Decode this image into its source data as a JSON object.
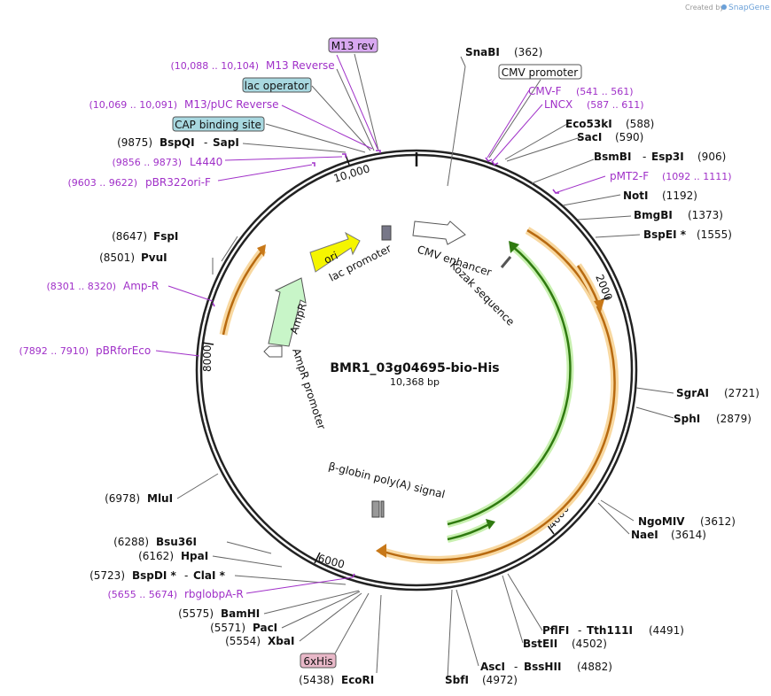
{
  "brand": {
    "prefix": "Created by",
    "name": "SnapGene"
  },
  "plasmid": {
    "name": "BMR1_03g04695-bio-His",
    "size": "10,368 bp"
  },
  "ticks": [
    "10,000",
    "2000",
    "4000",
    "6000",
    "8000"
  ],
  "features_inner": {
    "cmv_enhancer": "CMV enhancer",
    "kozak": "Kozak sequence",
    "lac_promoter": "lac promoter",
    "ori": "ori",
    "ampr": "AmpR",
    "ampr_promoter": "AmpR promoter",
    "bglobin": "β-globin poly(A) signal"
  },
  "boxed": {
    "m13rev": "M13 rev",
    "cmv_promoter": "CMV promoter",
    "lac_operator": "lac operator",
    "cap": "CAP binding site",
    "sixhis": "6xHis"
  },
  "primers": {
    "m13reverse_pos": "(10,088 .. 10,104)",
    "m13reverse": "M13 Reverse",
    "m13puc_pos": "(10,069 .. 10,091)",
    "m13puc": "M13/pUC Reverse",
    "l4440_pos": "(9856 .. 9873)",
    "l4440": "L4440",
    "pbr322_pos": "(9603 .. 9622)",
    "pbr322": "pBR322ori-F",
    "ampr_pos": "(8301 .. 8320)",
    "ampr": "Amp-R",
    "pbrfor_pos": "(7892 .. 7910)",
    "pbrfor": "pBRforEco",
    "rbglob_pos": "(5655 .. 5674)",
    "rbglob": "rbglobpA-R",
    "cmvf": "CMV-F",
    "cmvf_pos": "(541 .. 561)",
    "lncx": "LNCX",
    "lncx_pos": "(587 .. 611)",
    "pmt2f": "pMT2-F",
    "pmt2f_pos": "(1092 .. 1111)"
  },
  "sites": {
    "bspqi_pos": "(9875)",
    "bspqi": "BspQI",
    "sapi": "SapI",
    "fspi_pos": "(8647)",
    "fspi": "FspI",
    "pvui_pos": "(8501)",
    "pvui": "PvuI",
    "mlui_pos": "(6978)",
    "mlui": "MluI",
    "bsu36i_pos": "(6288)",
    "bsu36i": "Bsu36I",
    "hpai_pos": "(6162)",
    "hpai": "HpaI",
    "bspdi_pos": "(5723)",
    "bspdi": "BspDI *",
    "clai": "ClaI *",
    "bamhi_pos": "(5575)",
    "bamhi": "BamHI",
    "paci_pos": "(5571)",
    "paci": "PacI",
    "xbai_pos": "(5554)",
    "xbai": "XbaI",
    "ecori_pos": "(5438)",
    "ecori": "EcoRI",
    "snabi": "SnaBI",
    "snabi_pos": "(362)",
    "eco53ki": "Eco53kI",
    "eco53ki_pos": "(588)",
    "saci": "SacI",
    "saci_pos": "(590)",
    "bsmbi": "BsmBI",
    "esp3i": "Esp3I",
    "bsmbi_pos": "(906)",
    "noti": "NotI",
    "noti_pos": "(1192)",
    "bmgbi": "BmgBI",
    "bmgbi_pos": "(1373)",
    "bspei": "BspEI *",
    "bspei_pos": "(1555)",
    "sgrai": "SgrAI",
    "sgrai_pos": "(2721)",
    "sphi": "SphI",
    "sphi_pos": "(2879)",
    "ngomiv": "NgoMIV",
    "ngomiv_pos": "(3612)",
    "naei": "NaeI",
    "naei_pos": "(3614)",
    "pflfi": "PflFI",
    "tth111i": "Tth111I",
    "pflfi_pos": "(4491)",
    "bsteii": "BstEII",
    "bsteii_pos": "(4502)",
    "asci": "AscI",
    "bsshii": "BssHII",
    "asci_pos": "(4882)",
    "sbfi": "SbfI",
    "sbfi_pos": "(4972)"
  },
  "colors": {
    "purple": "#a030c8",
    "orange": "#f0a020",
    "green": "#3a9a1a",
    "ori": "#f5f500",
    "ampr": "#c8f5c8",
    "lac_op": "#a8d8e0",
    "m13": "#d8a8f0",
    "his": "#e8b8c8"
  }
}
